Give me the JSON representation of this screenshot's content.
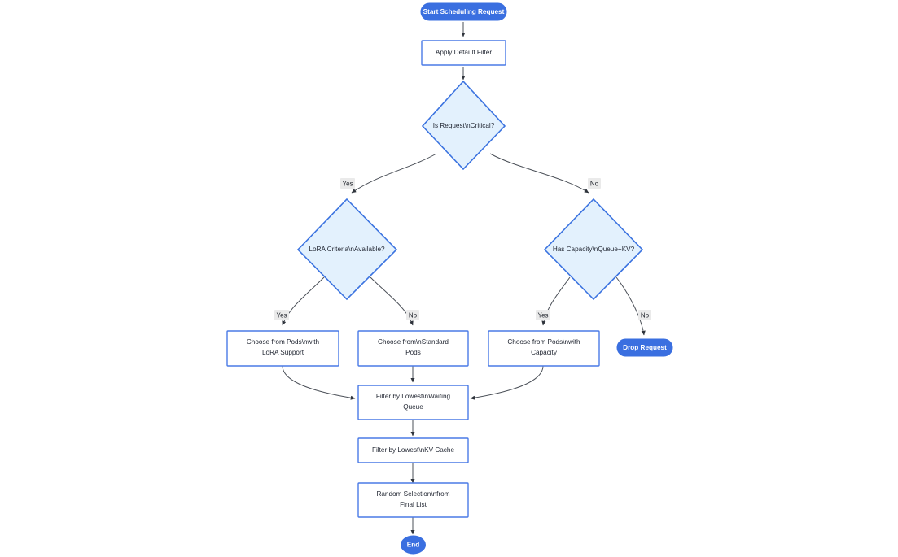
{
  "diagram": {
    "type": "flowchart",
    "orientation": "top-down",
    "background_color": "#ffffff",
    "colors": {
      "terminal_fill": "#3a6fe0",
      "terminal_text": "#ffffff",
      "decision_fill": "#e3f1fd",
      "decision_stroke": "#3b73e0",
      "process_fill": "#ffffff",
      "process_stroke": "#4a7ae6",
      "process_text": "#1f2430",
      "edge_stroke": "#4b5058",
      "edge_label_bg": "#eaeaea"
    },
    "nodes": {
      "start": {
        "label": "Start Scheduling Request",
        "shape": "pill"
      },
      "apply_default_filter": {
        "label": "Apply Default Filter",
        "shape": "rect"
      },
      "is_request_critical": {
        "label": "Is Request\\nCritical?",
        "shape": "diamond"
      },
      "lora_criteria_available": {
        "label": "LoRA Criteria\\nAvailable?",
        "shape": "diamond"
      },
      "has_capacity": {
        "label": "Has Capacity\\nQueue+KV?",
        "shape": "diamond"
      },
      "choose_lora_pods_line1": {
        "label": "Choose from Pods\\nwith",
        "shape": "rect"
      },
      "choose_lora_pods_line2": {
        "label": "LoRA Support",
        "shape": "rect"
      },
      "choose_standard_pods_line1": {
        "label": "Choose from\\nStandard",
        "shape": "rect"
      },
      "choose_standard_pods_line2": {
        "label": "Pods",
        "shape": "rect"
      },
      "choose_capacity_pods_line1": {
        "label": "Choose from Pods\\nwith",
        "shape": "rect"
      },
      "choose_capacity_pods_line2": {
        "label": "Capacity",
        "shape": "rect"
      },
      "drop_request": {
        "label": "Drop Request",
        "shape": "pill"
      },
      "filter_waiting_queue_line1": {
        "label": "Filter by Lowest\\nWaiting",
        "shape": "rect"
      },
      "filter_waiting_queue_line2": {
        "label": "Queue",
        "shape": "rect"
      },
      "filter_kv_cache": {
        "label": "Filter by Lowest\\nKV Cache",
        "shape": "rect"
      },
      "random_selection_line1": {
        "label": "Random Selection\\nfrom",
        "shape": "rect"
      },
      "random_selection_line2": {
        "label": "Final List",
        "shape": "rect"
      },
      "end": {
        "label": "End",
        "shape": "ellipse"
      }
    },
    "edge_labels": {
      "critical_yes": "Yes",
      "critical_no": "No",
      "lora_yes": "Yes",
      "lora_no": "No",
      "capacity_yes": "Yes",
      "capacity_no": "No"
    }
  }
}
